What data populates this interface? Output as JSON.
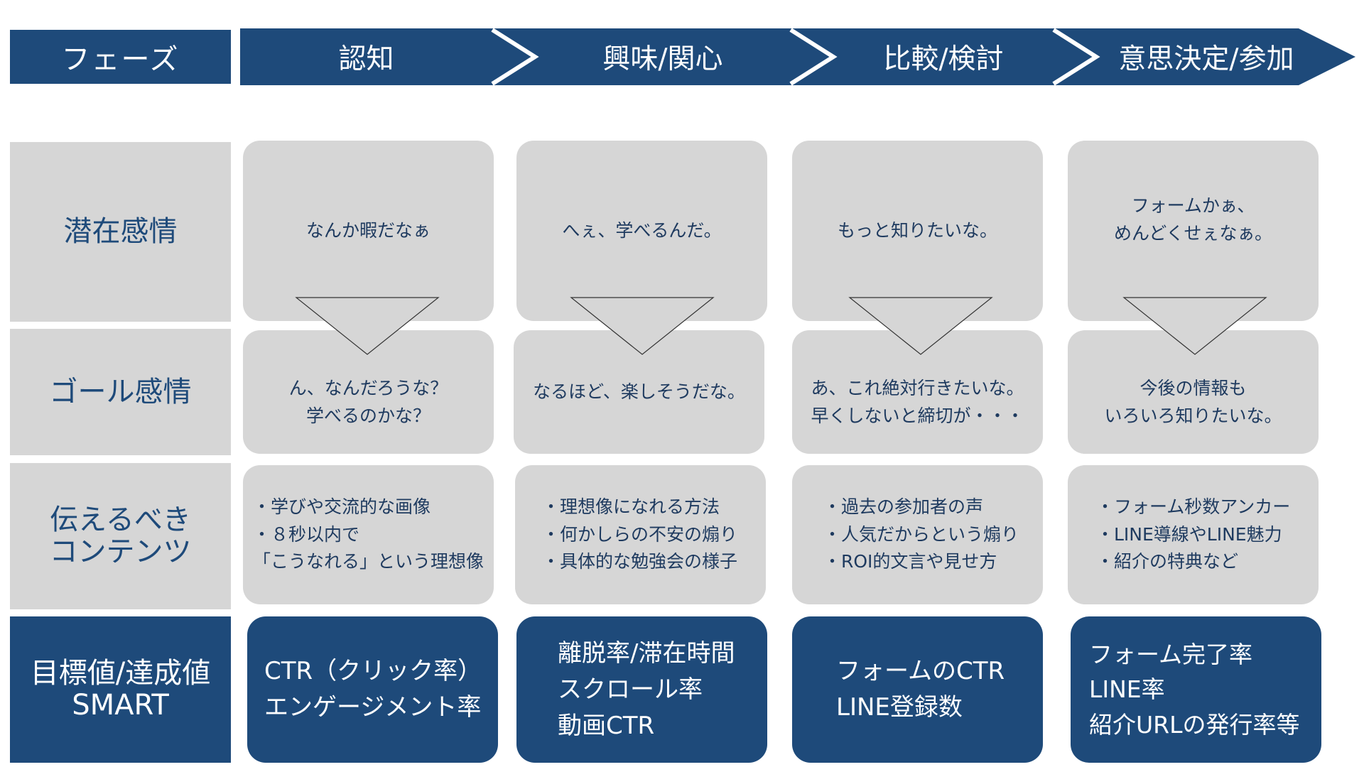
{
  "header": {
    "phase_label": "フェーズ",
    "phases": [
      "認知",
      "興味/関心",
      "比較/検討",
      "意思決定/参加"
    ]
  },
  "rows": {
    "latent_emotion": "潜在感情",
    "goal_emotion": "ゴール感情",
    "content": "伝えるべき\nコンテンツ",
    "target": "目標値/達成値\nSMART"
  },
  "latent": [
    "なんか暇だなぁ",
    "へぇ、学べるんだ。",
    "もっと知りたいな。",
    "フォームかぁ、\nめんどくせぇなぁ。"
  ],
  "goal": [
    "ん、なんだろうな？\n学べるのかな？",
    "なるほど、楽しそうだな。",
    "あ、これ絶対行きたいな。\n早くしないと締切が・・・",
    "今後の情報も\nいろいろ知りたいな。"
  ],
  "content": [
    "・学びや交流的な画像\n・８秒以内で\n「こうなれる」という理想像",
    "・理想像になれる方法\n・何かしらの不安の煽り\n・具体的な勉強会の様子",
    "・過去の参加者の声\n・人気だからという煽り\n・ROI的文言や見せ方",
    "・フォーム秒数アンカー\n・LINE導線やLINE魅力\n・紹介の特典など"
  ],
  "metrics": [
    "CTR（クリック率）\nエンゲージメント率",
    "離脱率/滞在時間\nスクロール率\n動画CTR",
    "フォームのCTR\nLINE登録数",
    "フォーム完了率\nLINE率\n紹介URLの発行率等"
  ],
  "colors": {
    "navy": "#1e4a7a",
    "card_gray": "#d6d6d6",
    "text_dark": "#1e3a5f"
  }
}
